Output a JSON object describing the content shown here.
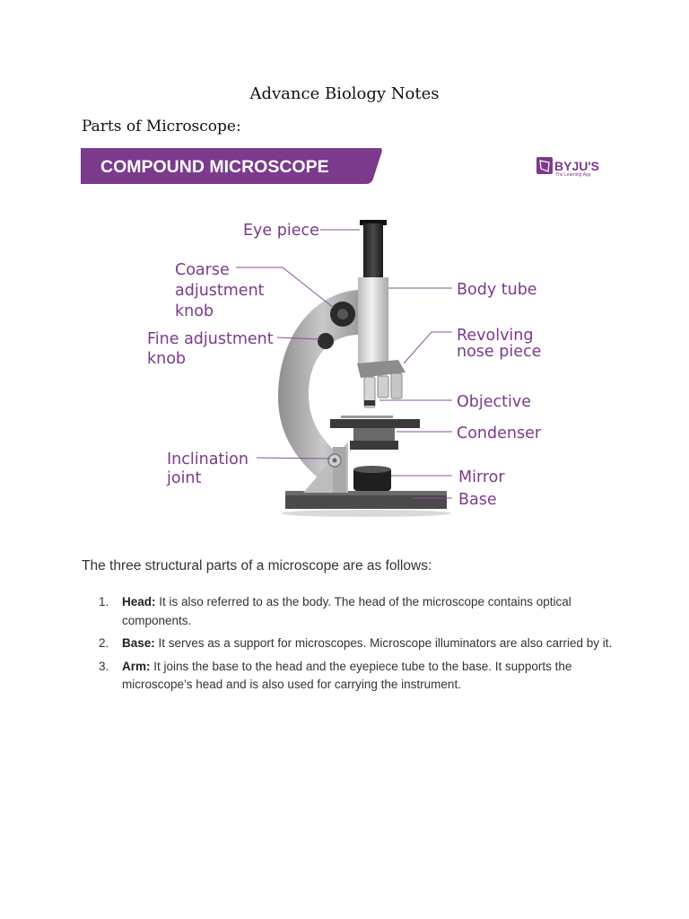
{
  "document": {
    "title": "Advance Biology Notes",
    "section_heading": "Parts of Microscope:"
  },
  "figure": {
    "banner_title": "COMPOUND MICROSCOPE",
    "banner_color": "#7b3a8c",
    "logo": {
      "name": "BYJU'S",
      "tagline": "The Learning App",
      "icon": "byjus-logo-icon",
      "color": "#7b3a8c"
    },
    "labels": {
      "eye_piece": "Eye piece",
      "coarse": [
        "Coarse",
        "adjustment",
        "knob"
      ],
      "fine": [
        "Fine adjustment",
        "knob"
      ],
      "inclination": [
        "Inclination",
        "joint"
      ],
      "body_tube": "Body tube",
      "revolving": [
        "Revolving",
        "nose piece"
      ],
      "objective": "Objective",
      "condenser": "Condenser",
      "mirror": "Mirror",
      "base": "Base"
    }
  },
  "content": {
    "intro": "The three structural parts of a microscope are as follows:",
    "parts": [
      {
        "num": "1.",
        "term": "Head:",
        "text": " It is also referred to as the body. The head of the microscope contains optical components."
      },
      {
        "num": "2.",
        "term": "Base:",
        "text": " It serves as a support for microscopes. Microscope illuminators are also carried by it."
      },
      {
        "num": "3.",
        "term": "Arm:",
        "text": " It joins the base to the head and the eyepiece tube to the base. It supports the microscope’s head and is also used for carrying the instrument."
      }
    ]
  }
}
